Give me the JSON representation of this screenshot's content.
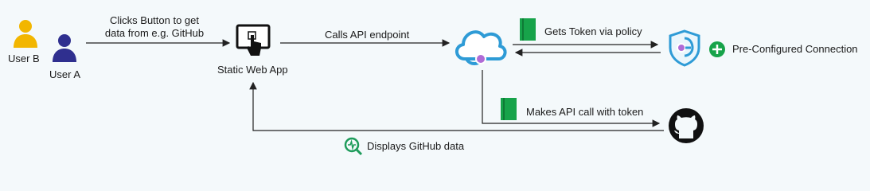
{
  "actors": {
    "user_b": "User B",
    "user_a": "User A"
  },
  "flows": {
    "clicks_button_line1": "Clicks Button to get",
    "clicks_button_line2": "data from e.g. GitHub",
    "calls_api": "Calls API endpoint",
    "gets_token": "Gets Token via policy",
    "makes_api_call": "Makes API call with token",
    "displays_data": "Displays GitHub data"
  },
  "nodes": {
    "static_web_app": "Static Web App",
    "preconfigured_connection": "Pre-Configured Connection"
  },
  "colors": {
    "user_b": "#f2b600",
    "user_a": "#2f2f8f",
    "api_cloud": "#2e9bd6",
    "policy_doc": "#17a34a",
    "add_badge": "#17a34a",
    "github": "#111111",
    "monitor_icon": "#1e9c5b",
    "lines": "#222222"
  },
  "icons": {
    "user_b": "person-icon",
    "user_a": "person-icon",
    "static_web_app": "touch-screen-icon",
    "api_management": "cloud-api-icon",
    "gets_token": "document-icon",
    "makes_api_call": "document-icon",
    "identity": "shield-key-icon",
    "add": "plus-icon",
    "github": "github-icon",
    "displays": "monitor-search-icon"
  }
}
